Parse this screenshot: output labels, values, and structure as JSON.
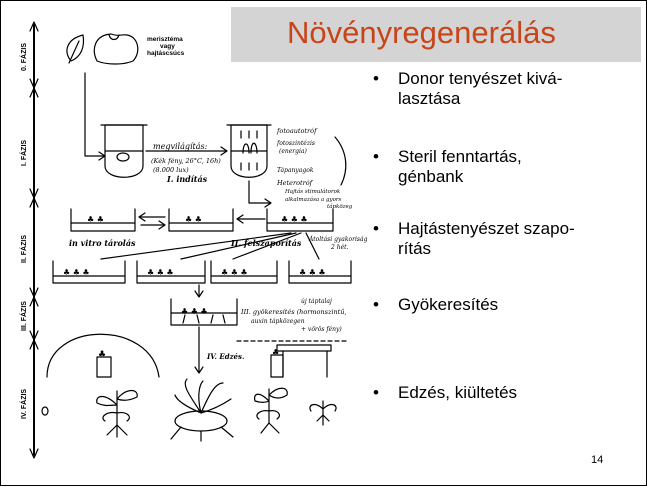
{
  "slide": {
    "title": "Növényregenerálás",
    "page_number": "14",
    "bullets": [
      "Donor tenyészet kivá-\nlasztása",
      "Steril fenntartás,\ngénbank",
      "Hajtástenyészet szapo-\nrítás",
      "Gyökeresítés",
      "Edzés, kiültetés"
    ]
  },
  "diagram": {
    "phases": [
      "0. FÁZIS",
      "I. FÁZIS",
      "II. FÁZIS",
      "III. FÁZIS",
      "IV. FÁZIS"
    ],
    "meristem_label": [
      "merisztéma",
      "vagy",
      "hajtáscsúcs"
    ],
    "initiation": {
      "line1": "megvilágítás:",
      "line2": "(Kék fény, 26°C, 16h)",
      "line3": "(8.000 lux)",
      "step": "I. indítás"
    },
    "photo_notes": [
      "fotoautotróf",
      "fotoszintézis",
      "(energia)",
      "Tápanyagok",
      "Heterotróf",
      "Hajtás stimulátorok",
      "alkalmazása a gyors",
      "tápközeg"
    ],
    "in_vitro_label": "in vitro tárolás",
    "multiplication": "II. felszaporítás",
    "transfer_note": [
      "Átoltási gyakoriság",
      "2 hét."
    ],
    "rooting": [
      "III. gyökeresítés (hormonszintű,",
      "auxin tápközegen",
      "+ vörös fény)"
    ],
    "agar_note": "új táptalaj",
    "hardening": "IV. Edzés."
  }
}
